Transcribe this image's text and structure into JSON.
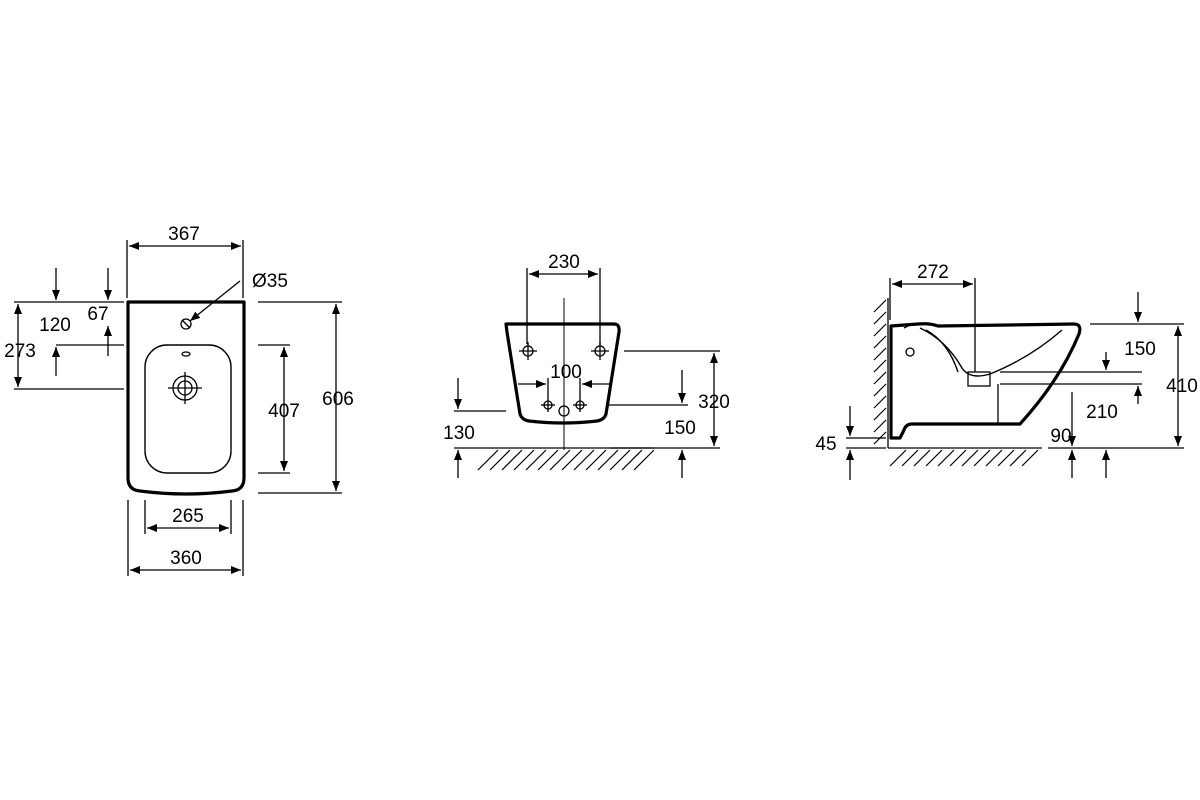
{
  "top_view": {
    "width_top": "367",
    "hole_diameter": "Ø35",
    "dim_120": "120",
    "dim_67": "67",
    "dim_273": "273",
    "inner_length": "407",
    "total_length": "606",
    "inner_width": "265",
    "width_bottom": "360"
  },
  "front_view": {
    "bolt_spacing": "230",
    "inlet_spacing": "100",
    "bolt_height": "320",
    "inlet_height": "150",
    "floor_clearance": "130"
  },
  "side_view": {
    "depth_272": "272",
    "dim_150": "150",
    "total_height": "410",
    "dim_210": "210",
    "dim_90": "90",
    "dim_45": "45"
  }
}
